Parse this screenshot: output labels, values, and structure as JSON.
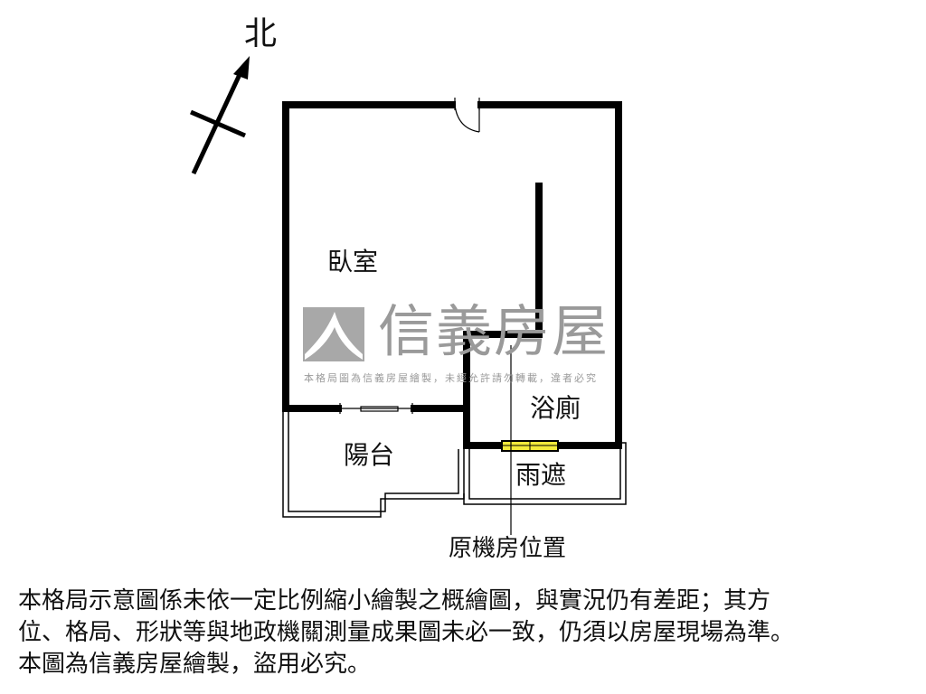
{
  "compass": {
    "north_label": "北"
  },
  "rooms": {
    "bedroom": "臥室",
    "bathroom": "浴廁",
    "balcony": "陽台",
    "canopy": "雨遮",
    "machine_room": "原機房位置"
  },
  "watermark": {
    "brand": "信義房屋",
    "notice": "本格局圖為信義房屋繪製，未經允許請勿轉載，違者必究"
  },
  "disclaimer": [
    "本格局示意圖係未依一定比例縮小繪製之概繪圖，與實況仍有差距；其方",
    "位、格局、形狀等與地政機關測量成果圖未必一致，仍須以房屋現場為準。",
    "本圖為信義房屋繪製，盜用必究。"
  ],
  "colors": {
    "wall": "#000000",
    "window": "#f2ea3a",
    "watermark": "#9a9a9a"
  }
}
